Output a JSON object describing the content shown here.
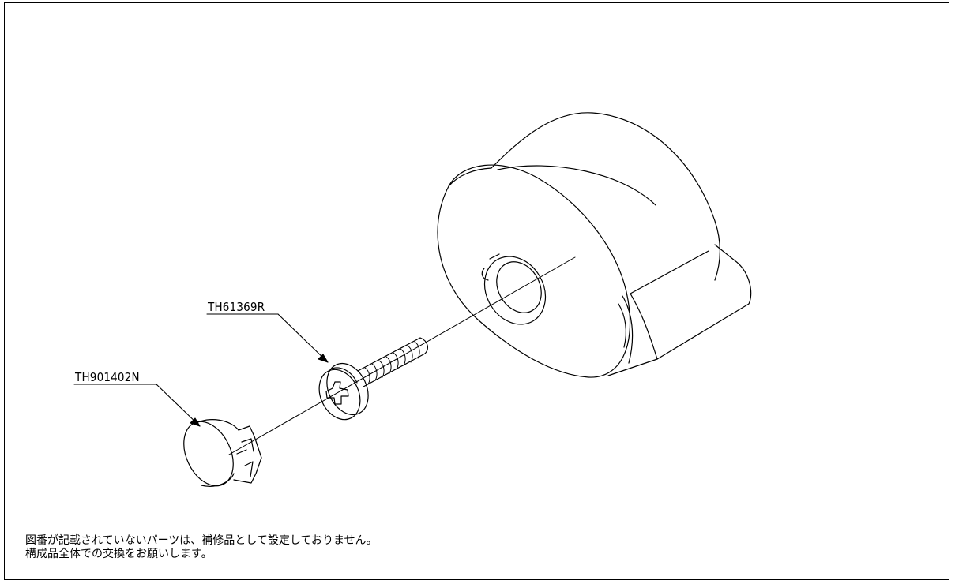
{
  "parts": [
    {
      "id": "screw",
      "part_number": "TH61369R"
    },
    {
      "id": "cap",
      "part_number": "TH901402N"
    }
  ],
  "notes": {
    "line1": "図番が記載されていないパーツは、補修品として設定しておりません。",
    "line2": "構成品全体での交換をお願いします。"
  }
}
